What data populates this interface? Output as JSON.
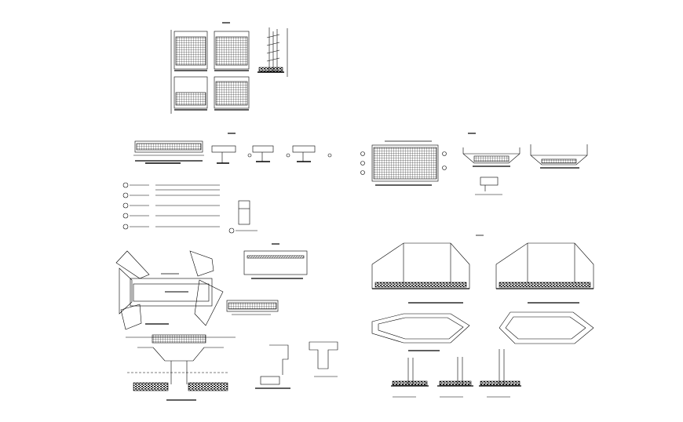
{
  "drawing": {
    "background": "#ffffff",
    "line_color": "#000000",
    "groups": [
      "top-panel-elevations",
      "longitudinal-section-strip",
      "foundation-plan-grid",
      "deck-cross-sections",
      "rebar-schedule",
      "bridge-plan-view",
      "abutment-section",
      "detail-sections",
      "wingwall-elevations",
      "wingwall-plans",
      "pier-elevations"
    ]
  }
}
